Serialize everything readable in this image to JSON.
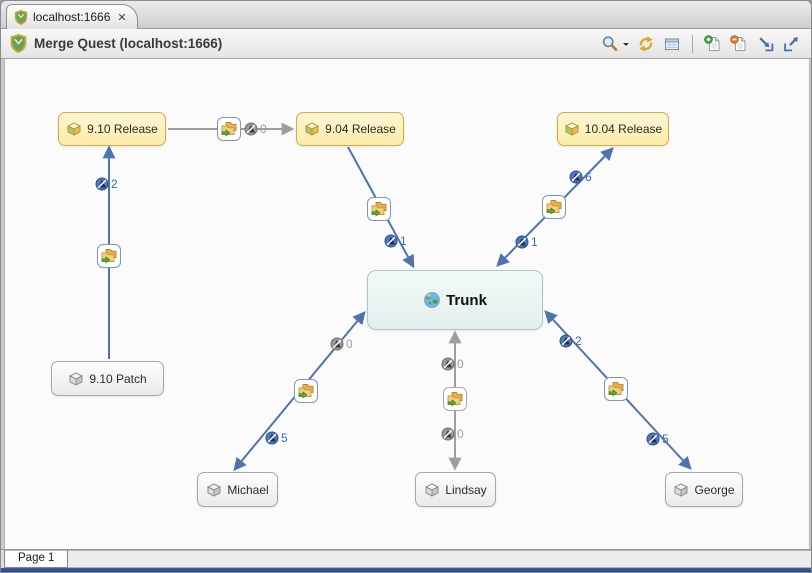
{
  "window": {
    "tab": {
      "title": "localhost:1666",
      "close_icon": "✕"
    },
    "header": {
      "title": "Merge Quest (localhost:1666)"
    },
    "toolbar": {
      "icons": [
        "zoom-icon",
        "zoom-dropdown-arrow",
        "refresh-icon",
        "table-view-icon",
        "add-page-icon",
        "remove-page-icon",
        "import-icon",
        "export-icon"
      ]
    },
    "page_tab": "Page 1"
  },
  "colors": {
    "edge_blue": "#4f74ad",
    "edge_gray": "#9e9e9e",
    "release_fill": "#fbeca8",
    "release_border": "#dca93f",
    "trunk_fill": "#e8f3f2",
    "trunk_border": "#a9c8ce",
    "badge_blue_text": "#3a67b0",
    "badge_gray_text": "#9b9b9b"
  },
  "diagram": {
    "nodes": [
      {
        "label": "9.10 Release",
        "type": "release"
      },
      {
        "label": "9.04 Release",
        "type": "release"
      },
      {
        "label": "10.04 Release",
        "type": "release"
      },
      {
        "label": "Trunk",
        "type": "trunk"
      },
      {
        "label": "9.10 Patch",
        "type": "workspace"
      },
      {
        "label": "Michael",
        "type": "workspace"
      },
      {
        "label": "Lindsay",
        "type": "workspace"
      },
      {
        "label": "George",
        "type": "workspace"
      }
    ],
    "edges": [
      {
        "from": "9.10 Patch",
        "to": "9.10 Release",
        "color": "blue",
        "bidirectional": false,
        "badges": [
          {
            "value": 2
          }
        ]
      },
      {
        "from": "9.10 Release",
        "to": "9.04 Release",
        "color": "gray",
        "bidirectional": false,
        "badges": [
          {
            "value": 0
          }
        ]
      },
      {
        "from": "9.04 Release",
        "to": "Trunk",
        "color": "blue",
        "bidirectional": false,
        "badges": [
          {
            "value": 1
          }
        ]
      },
      {
        "from": "Trunk",
        "to": "10.04 Release",
        "color": "blue",
        "bidirectional": true,
        "badges": [
          {
            "value": 1,
            "near": "Trunk"
          },
          {
            "value": 6,
            "near": "10.04 Release"
          }
        ]
      },
      {
        "from": "Michael",
        "to": "Trunk",
        "color": "blue",
        "bidirectional": true,
        "badges": [
          {
            "value": 0,
            "near": "Trunk"
          },
          {
            "value": 5,
            "near": "Michael"
          }
        ]
      },
      {
        "from": "Lindsay",
        "to": "Trunk",
        "color": "gray",
        "bidirectional": true,
        "badges": [
          {
            "value": 0,
            "near": "Trunk"
          },
          {
            "value": 0,
            "near": "Lindsay"
          }
        ]
      },
      {
        "from": "George",
        "to": "Trunk",
        "color": "blue",
        "bidirectional": true,
        "badges": [
          {
            "value": 2,
            "near": "Trunk"
          },
          {
            "value": 5,
            "near": "George"
          }
        ]
      }
    ]
  }
}
